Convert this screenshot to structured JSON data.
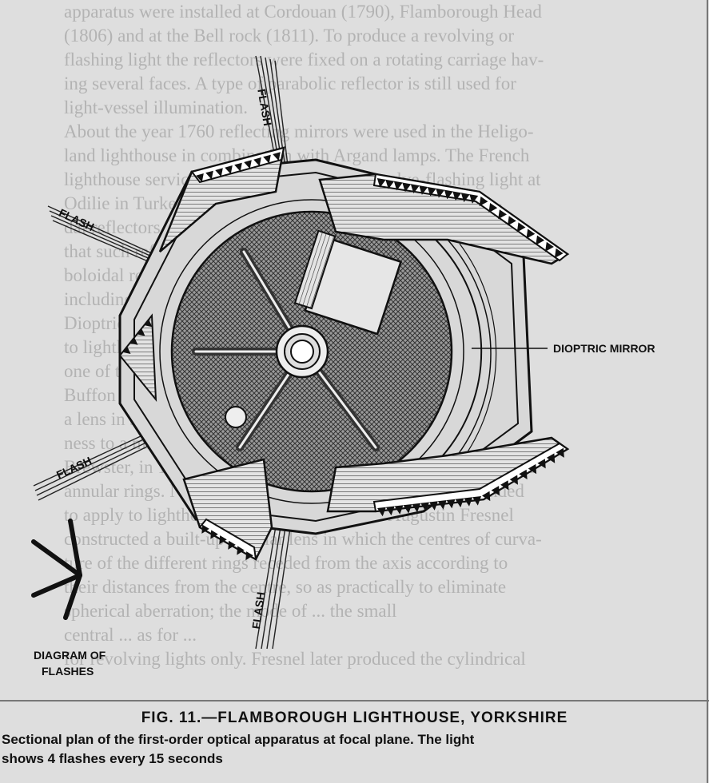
{
  "background_text": {
    "lines": [
      "apparatus were installed at Cordouan (1790), Flamborough Head",
      "(1806) and at the Bell rock (1811). To produce a revolving or",
      "flashing light the reflectors were fixed on a rotating carriage hav-",
      "ing several faces. A type of parabolic reflector is still used for",
      "light-vessel illumination.",
      "About the year 1760 reflecting mirrors were used in the Heligo-",
      "land lighthouse in combination with Argand lamps. The French",
      "lighthouse service adopted them about a revolve-flashing light at",
      "Odilie in Turkey and Corre ... ; a sheet of brass ... parabolo-",
      "dal reflectors ... however, unlike",
      "that such reflectors ... the ... lenses. Para-",
      "boloidal reflectors ... lighthouse",
      "including that at ... Mirror",
      "Dioptric Systems ... lenses",
      "to lighthouses is ... used lenses at",
      "one of the ... 1790. Count",
      "Buffon had ... glass",
      "a lens in steps ... which",
      "ness to a minimum ... 1773 and Sir D.",
      "Brewster, in 1811 designed built-up lenses consisting of stepped",
      "annular rings. Neither of these designs, however, was intended",
      "to apply to lighthouse illumination. In 1822 Augustin Fresnel",
      "constructed a built-up annular lens in which the centres of curva-",
      "ture of the different rings receded from the axis according to",
      "their distances from the centre, so as practically to eliminate",
      "spherical aberration; the mode of ... the small",
      "central ... as for ...",
      "for revolving lights only. Fresnel later produced the cylindrical"
    ]
  },
  "figure": {
    "labels": {
      "flash_top": "FLASH",
      "flash_left": "FLASH",
      "flash_lower_left": "FLASH",
      "flash_bottom": "FLASH",
      "dioptric_mirror": "DIOPTRIC MIRROR",
      "diagram_of_flashes_line1": "DIAGRAM OF",
      "diagram_of_flashes_line2": "FLASHES"
    }
  },
  "caption": {
    "title": "FIG. 11.—FLAMBOROUGH LIGHTHOUSE, YORKSHIRE",
    "line1": "Sectional plan of the first-order optical apparatus at focal plane. The light",
    "line2": "shows 4 flashes every 15 seconds"
  }
}
